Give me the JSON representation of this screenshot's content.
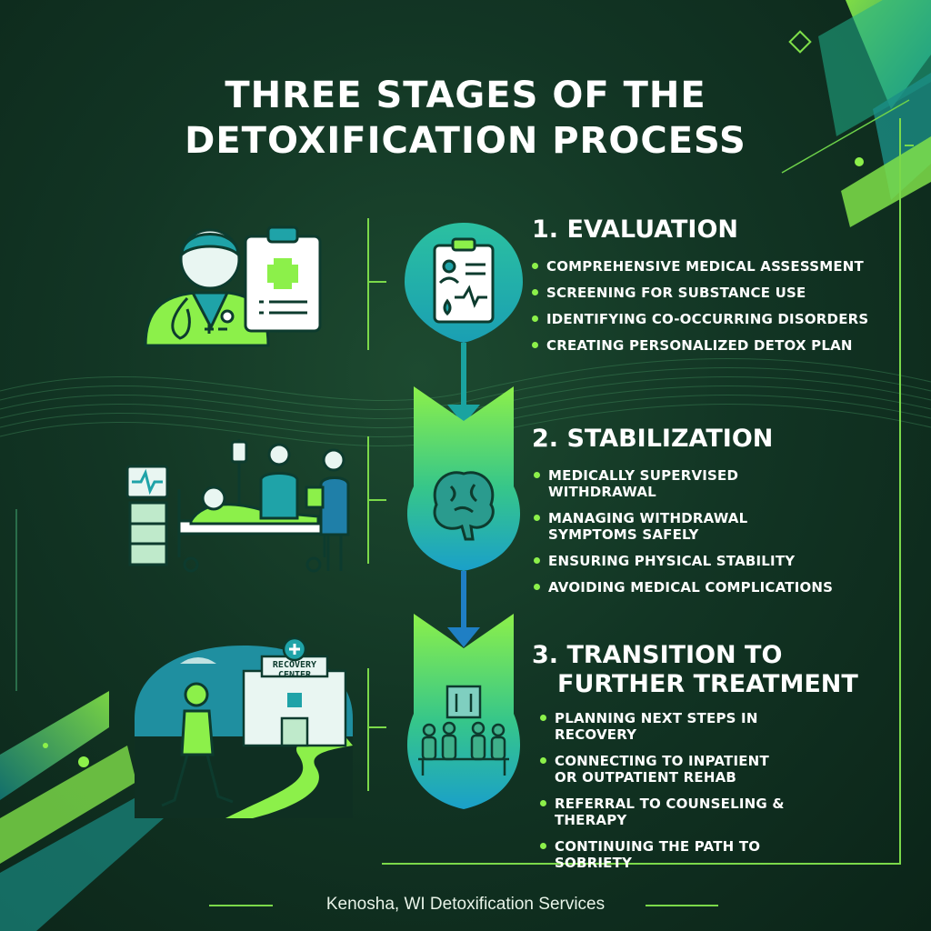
{
  "title": {
    "line1": "THREE STAGES OF THE",
    "line2": "DETOXIFICATION PROCESS"
  },
  "stages": [
    {
      "heading": "1. EVALUATION",
      "bullets": [
        "COMPREHENSIVE MEDICAL ASSESSMENT",
        "SCREENING FOR SUBSTANCE USE",
        "IDENTIFYING CO-OCCURRING DISORDERS",
        "CREATING PERSONALIZED DETOX PLAN"
      ],
      "badge_icon": "clipboard-chart-icon",
      "illustration_icon": "doctor-with-clipboard-icon"
    },
    {
      "heading": "2. STABILIZATION",
      "bullets": [
        "MEDICALLY SUPERVISED WITHDRAWAL",
        "MANAGING WITHDRAWAL SYMPTOMS SAFELY",
        "ENSURING PHYSICAL STABILITY",
        "AVOIDING MEDICAL COMPLICATIONS"
      ],
      "badge_icon": "brain-icon",
      "illustration_icon": "hospital-bed-with-staff-icon"
    },
    {
      "heading_line1": "3. TRANSITION TO",
      "heading_line2": "FURTHER TREATMENT",
      "bullets": [
        "PLANNING NEXT STEPS IN RECOVERY",
        "CONNECTING TO INPATIENT OR OUTPATIENT REHAB",
        "REFERRAL TO COUNSELING & THERAPY",
        "CONTINUING THE PATH TO SOBRIETY"
      ],
      "badge_icon": "group-therapy-icon",
      "illustration_icon": "walking-to-recovery-center-icon",
      "building_sign_line1": "RECOVERY",
      "building_sign_line2": "CENTER"
    }
  ],
  "footer": "Kenosha, WI Detoxification Services",
  "colors": {
    "accent_green": "#8cf04a",
    "teal": "#1fa3a8",
    "background": "#123524",
    "arrow_blue": "#1f7fc4"
  }
}
